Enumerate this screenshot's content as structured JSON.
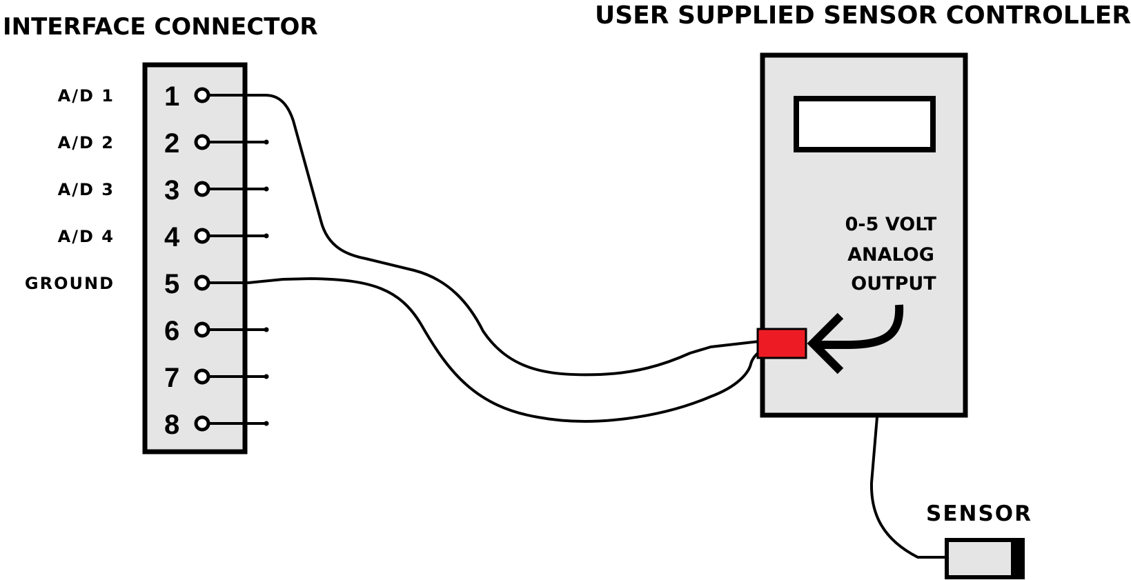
{
  "interface_connector": {
    "title": "INTERFACE CONNECTOR",
    "pins": [
      {
        "number": "1",
        "label": "A/D 1",
        "connected": true
      },
      {
        "number": "2",
        "label": "A/D 2",
        "connected": false
      },
      {
        "number": "3",
        "label": "A/D 3",
        "connected": false
      },
      {
        "number": "4",
        "label": "A/D 4",
        "connected": false
      },
      {
        "number": "5",
        "label": "GROUND",
        "connected": true
      },
      {
        "number": "6",
        "label": "",
        "connected": false
      },
      {
        "number": "7",
        "label": "",
        "connected": false
      },
      {
        "number": "8",
        "label": "",
        "connected": false
      }
    ]
  },
  "controller": {
    "title": "USER SUPPLIED SENSOR CONTROLLER",
    "output_label_lines": [
      "0-5 VOLT",
      "ANALOG",
      "OUTPUT"
    ],
    "output_port_icon": "output-port-terminal",
    "arrow_icon": "curved-arrow-left"
  },
  "sensor": {
    "label": "SENSOR"
  },
  "colors": {
    "box_fill": "#e4e5e4",
    "stroke": "#000000",
    "output_port": "#ed1c24",
    "display": "#ffffff"
  }
}
